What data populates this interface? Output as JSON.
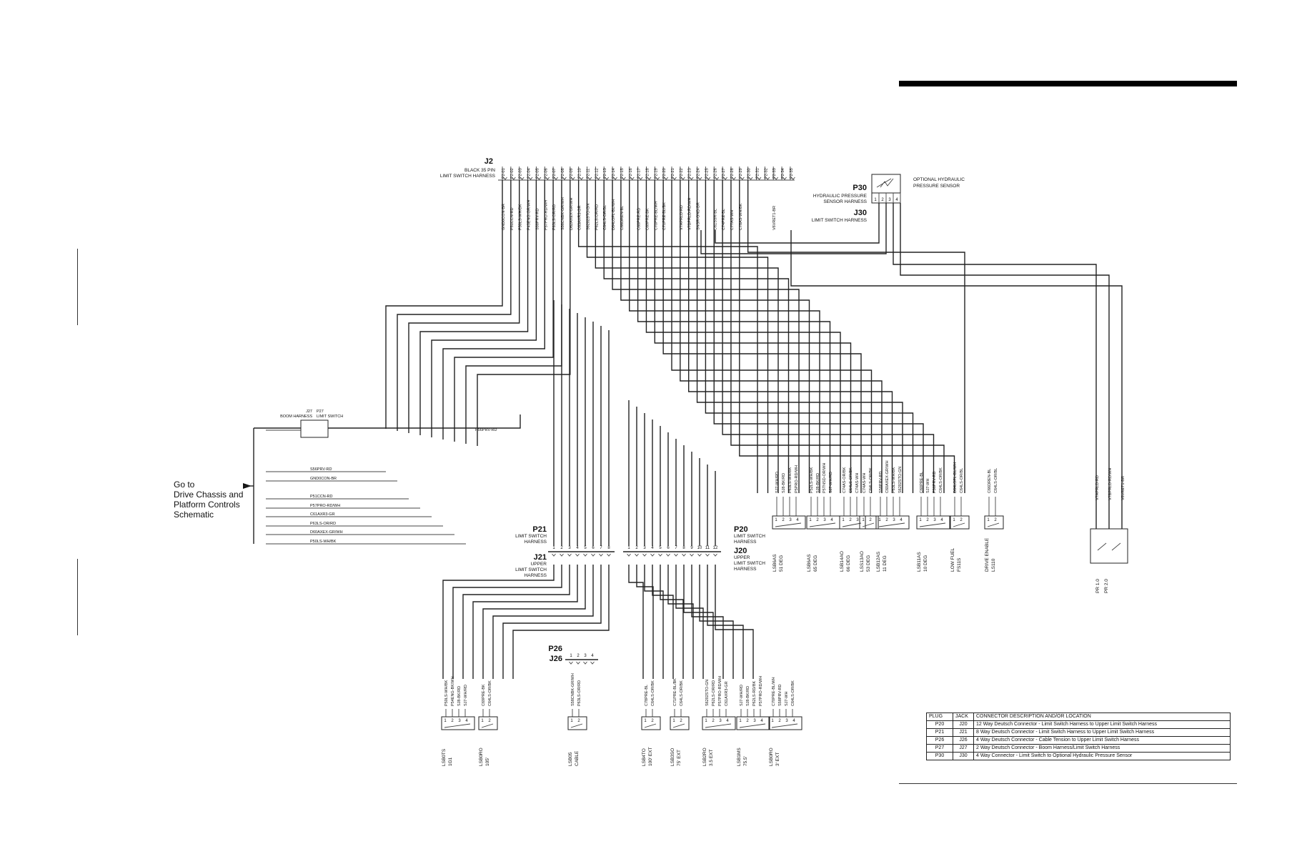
{
  "j2": {
    "name": "J2",
    "sub1": "BLACK 35 PIN",
    "sub2": "LIMIT SWITCH HARNESS",
    "pins": [
      "P2-01",
      "P2-02",
      "P2-03",
      "P2-04",
      "P2-05",
      "P2-06",
      "P2-07",
      "P2-08",
      "P2-09",
      "P2-10",
      "P2-11",
      "P2-12",
      "P2-13",
      "P2-14",
      "P2-15",
      "P2-16",
      "P2-17",
      "P2-18",
      "P2-19",
      "P2-20",
      "P2-21",
      "P2-22",
      "P2-23",
      "P2-24",
      "P2-25",
      "P2-26",
      "P2-27",
      "P2-28",
      "P2-29",
      "P2-30",
      "P2-31",
      "P2-32",
      "P2-33",
      "P2-34",
      "P2-35"
    ],
    "wires": [
      "GND0CON-BR",
      "P51CCN-RD",
      "P50LS-WH/BK",
      "P45ENG-GR/WH",
      "S58PRV-RD",
      "P57PRO-RD/WH",
      "P63LS-OR/RD",
      "S58CNBK-GR/WH",
      "D62AXEX-GR/WH",
      "C63AXR3-GR",
      "S6202STO-GN",
      "P62LS-OR/RD",
      "C64LS-OR/BL",
      "D64LOFL-BL/WH",
      "C66DREN-BL",
      "",
      "C68PRE-RD",
      "C69PRE-BK",
      "C70PRE-BL/WH",
      "C71PRE-BL/BK",
      "",
      "V7APRLD-RD",
      "V7BPRLD-RD/WH",
      "SNSR-GND-BR",
      "",
      "C61SSR-BL",
      "C74PRE-BL",
      "C77AS-WH",
      "C78AS-WH/BK",
      "",
      "",
      "",
      "V6VRET1-BR",
      "",
      ""
    ]
  },
  "p30": {
    "name": "P30",
    "sub1": "HYDRAULIC PRESSURE",
    "sub2": "SENSOR HARNESS",
    "title1": "OPTIONAL HYDRAULIC",
    "title2": "PRESSURE SENSOR",
    "pins": [
      "1",
      "2",
      "3",
      "4"
    ]
  },
  "j30": {
    "name": "J30",
    "sub": "LIMIT SWITCH HARNESS"
  },
  "j27": {
    "left1": "J27",
    "left2": "BOOM HARNESS",
    "right1": "P27",
    "right2": "LIMIT SWITCH",
    "wire": "P56PRV-RD"
  },
  "goto": {
    "line1": "Go to",
    "line2": "Drive Chassis and",
    "line3": "Platform Controls",
    "line4": "Schematic"
  },
  "left_wires": [
    "S56PRV-RD",
    "GND0CON-BR",
    "P51CCN-RD",
    "P57PRO-RD/WH",
    "C61AXR3-GR",
    "P63LS-OR/RD",
    "D60AXEX-GR/WH",
    "P50LS-WH/BK"
  ],
  "p21": {
    "name": "P21",
    "sub1": "LIMIT SWITCH",
    "sub2": "HARNESS",
    "pins": [
      "1",
      "2",
      "3",
      "4",
      "5",
      "6",
      "7",
      "8"
    ]
  },
  "j21": {
    "name": "J21",
    "sub1": "UPPER",
    "sub2": "LIMIT SWITCH",
    "sub3": "HARNESS"
  },
  "p20": {
    "name": "P20",
    "sub1": "LIMIT SWITCH",
    "sub2": "HARNESS",
    "pins": [
      "1",
      "2",
      "3",
      "4",
      "5",
      "6",
      "7",
      "8",
      "9",
      "10",
      "11",
      "12"
    ]
  },
  "j20": {
    "name": "J20",
    "sub1": "UPPER",
    "sub2": "LIMIT SWITCH",
    "sub3": "HARNESS"
  },
  "p26": {
    "name": "P26",
    "pins": [
      "1",
      "2",
      "3",
      "4"
    ]
  },
  "j26": {
    "name": "J26"
  },
  "right_switches": [
    {
      "l1": "LSB6AS",
      "l2": "51 DEG",
      "wires": [
        "SJ7-WH/RD",
        "SJ8-BK/RD",
        "P63LS-WH/BK",
        "P5PRO-RD/WH"
      ]
    },
    {
      "l1": "LSB6AS",
      "l2": "65 DEG",
      "wires": [
        "P52LS-WH/BK",
        "SJ8-BK/RD",
        "P5TNSD-OR/WH",
        "SJ7-WH/RD"
      ]
    },
    {
      "l1": "LSB14AO",
      "l2": "66 DEG",
      "wires": [
        "C74AS-OR/BK",
        "C64LS-OR/BK",
        "C74AS-WH"
      ]
    },
    {
      "l1": "LSS13AO",
      "l2": "53 DEG",
      "wires": [
        "C74AS-WH",
        "C64LS-OR/BK"
      ]
    },
    {
      "l1": "LSB12AS",
      "l2": "11 DEG",
      "wires": [
        "S58PRV-RD",
        "C60AXEX-GR/WH",
        "P63LS-WH/BK",
        "S6202STO-GN"
      ]
    },
    {
      "l1": "LSB11AS",
      "l2": "10 DEG",
      "wires": [
        "C60PRE-BL",
        "SJ7-WH",
        "P56PRV-RD",
        "C64LS-OR/BK"
      ]
    },
    {
      "l1": "LOW FUEL",
      "l2": "FS11S",
      "wires": [
        "D64LOFL-BL/WH",
        "C64LS-OR/BL"
      ]
    },
    {
      "l1": "DRIVE ENABLE",
      "l2": "LS110",
      "wires": [
        "C66DREN-BL",
        "C64LS-OR/BL"
      ]
    }
  ],
  "bottom_switches": [
    {
      "l1": "LSB0TS",
      "l2": "1G1",
      "wires": [
        "P50LS-WH/BK",
        "P54ENG-BK/WH",
        "SJ8-BK/RD",
        "SJ7-WH/RD"
      ]
    },
    {
      "l1": "LSB0RO",
      "l2": "105'",
      "wires": [
        "C69PRE-BK",
        "C64LS-OR/BK"
      ]
    },
    {
      "l1": "LSB05",
      "l2": "CABLE",
      "wires": [
        "S58CNBK-GR/WH",
        "P63LS-OR/RD"
      ]
    },
    {
      "l1": "LSB4TO",
      "l2": "100' EXT",
      "wires": [
        "C78PRE-BL",
        "C64LS-OR/BK"
      ]
    },
    {
      "l1": "LSB3SO",
      "l2": "75' EXT",
      "wires": [
        "C71PRE-BL/BK",
        "C64LS-OR/BK"
      ]
    },
    {
      "l1": "LSB2RO",
      "l2": "3.5 EXT",
      "wires": [
        "S6202STO-GN",
        "P62LS-OR/RD",
        "P57PRO-RD/WH",
        "C61AXR3-GR"
      ]
    },
    {
      "l1": "LSB1MS",
      "l2": "75.5'",
      "wires": [
        "SJ7-WH/RD",
        "SJ8-BK/RD",
        "P62LS-RD/BK",
        "P57PRO-RD/WH"
      ]
    },
    {
      "l1": "LSB0RO",
      "l2": "3' EXT",
      "wires": [
        "C70PRE-BL/WH",
        "S58PRV-RD",
        "SJ7-WH",
        "C64LS-OR/BK"
      ]
    }
  ],
  "pressure_wires": [
    "V7APRLD-RD",
    "V7BPRLD-RD/WH",
    "V6VRET1-BR"
  ],
  "pressure_labels": [
    "PR 1.0",
    "PR 2.0"
  ],
  "table": {
    "headers": [
      "PLUG",
      "JACK",
      "CONNECTOR DESCRIPTION AND/OR LOCATION"
    ],
    "rows": [
      [
        "P20",
        "J20",
        "12 Way Deutsch Connector - Limit Switch Harness to Upper Limit Switch Harness"
      ],
      [
        "P21",
        "J21",
        "8 Way Deutsch Connector - Limit Switch Harness to Upper Limit Switch Harness"
      ],
      [
        "P26",
        "J26",
        "4 Way Deutsch Connector - Cable Tension to Upper Limit Switch Harness"
      ],
      [
        "P27",
        "J27",
        "2 Way Deutsch Connector - Boom Harness/Limit Switch Harness"
      ],
      [
        "P30",
        "J30",
        "4 Way Connector - Limit Switch to Optional Hydraulic Pressure Sensor"
      ]
    ]
  }
}
